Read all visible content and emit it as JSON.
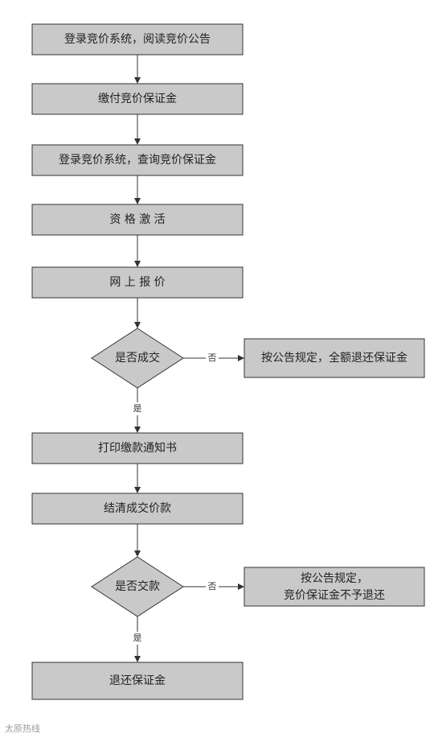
{
  "nodes": {
    "step1": "登录竞价系统，阅读竞价公告",
    "step2": "缴付竞价保证金",
    "step3": "登录竞价系统，查询竞价保证金",
    "step4": "资 格 激 活",
    "step5": "网 上 报 价",
    "decision1": "是否成交",
    "refund_full": "按公告规定，全额退还保证金",
    "step6": "打印缴款通知书",
    "step7": "结清成交价款",
    "decision2": "是否交款",
    "no_refund_line1": "按公告规定，",
    "no_refund_line2": "竞价保证金不予退还",
    "step8": "退还保证金"
  },
  "edges": {
    "yes": "是",
    "no": "否"
  },
  "watermark": "太原热线"
}
